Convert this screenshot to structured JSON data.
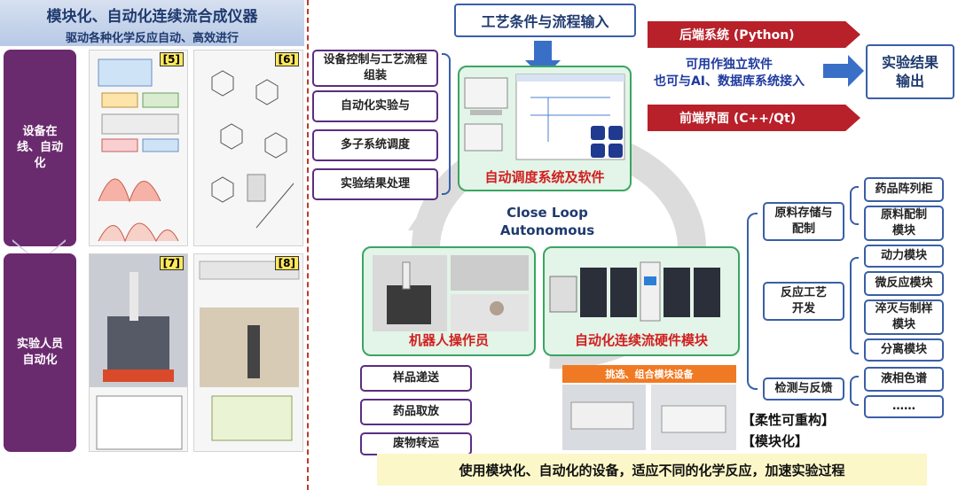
{
  "header": {
    "title": "模块化、自动化连续流合成仪器",
    "subtitle": "驱动各种化学反应自动、高效进行"
  },
  "side_labels": {
    "top": "设备在线、自动化",
    "bottom": "实验人员自动化"
  },
  "panels": [
    "[5]",
    "[6]",
    "[7]",
    "[8]"
  ],
  "top_input": "工艺条件与流程输入",
  "backend": "后端系统 (Python)",
  "software_note": {
    "line1": "可用作独立软件",
    "line2": "也可与AI、数据库系统接入"
  },
  "frontend": "前端界面 (C++/Qt)",
  "result_output": {
    "line1": "实验结果",
    "line2": "输出"
  },
  "left_boxes": [
    "设备控制与工艺流程组装",
    "自动化实验与",
    "多子系统调度",
    "实验结果处理"
  ],
  "scheduler_caption": "自动调度系统及软件",
  "close_loop": {
    "line1": "Close Loop",
    "line2": "Autonomous"
  },
  "robot_caption": "机器人操作员",
  "hardware_caption": "自动化连续流硬件模块",
  "robot_tasks": [
    "样品递送",
    "药品取放",
    "废物转运"
  ],
  "equip_banner": "挑选、组合模块设备",
  "tags": [
    "【柔性可重构】",
    "【模块化】"
  ],
  "categories": [
    {
      "label": "原料存储与配制",
      "items": [
        "药品阵列柜",
        "原料配制模块"
      ]
    },
    {
      "label": "反应工艺开发",
      "items": [
        "动力模块",
        "微反应模块",
        "淬灭与制样模块",
        "分离模块"
      ]
    },
    {
      "label": "检测与反馈",
      "items": [
        "液相色谱",
        "……"
      ]
    }
  ],
  "bottom_banner": "使用模块化、自动化的设备，适应不同的化学反应，加速实验过程"
}
